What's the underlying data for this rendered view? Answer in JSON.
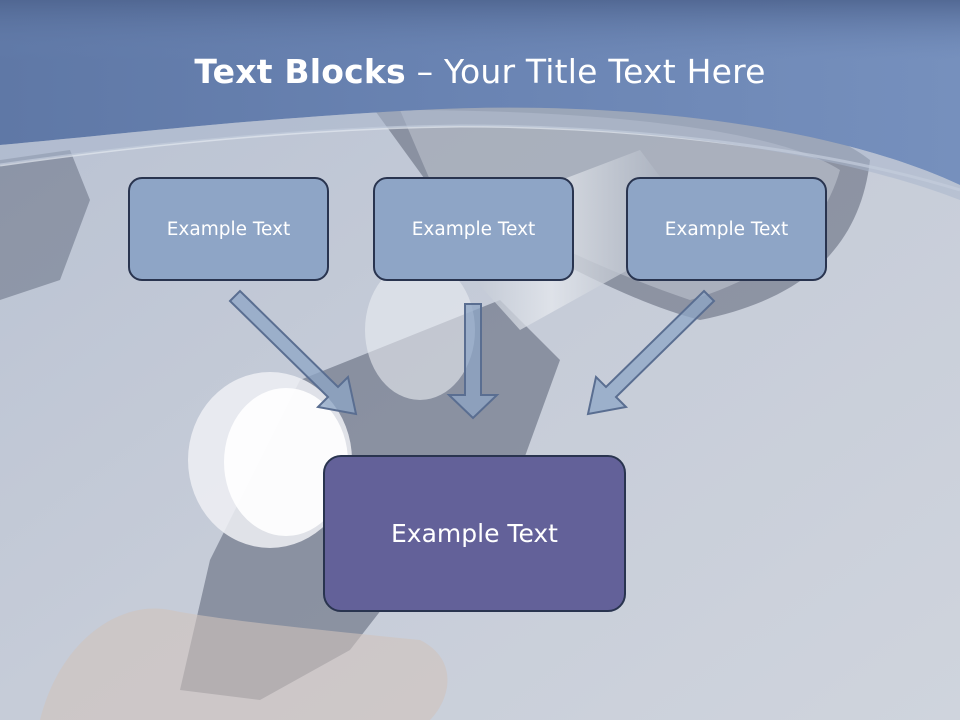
{
  "slide": {
    "title_bold": "Text Blocks",
    "title_separator": " – ",
    "title_rest": "Your Title Text Here"
  },
  "blocks": [
    {
      "label": "Example Text"
    },
    {
      "label": "Example Text"
    },
    {
      "label": "Example Text"
    }
  ],
  "result_block": {
    "label": "Example Text"
  },
  "colors": {
    "header_band": "#6880b0",
    "small_box_fill": "#8ea5c6",
    "big_box_fill": "#636199",
    "box_border": "#29344f",
    "arrow_fill": "#8ea5c6",
    "arrow_stroke": "#5a6e91"
  }
}
